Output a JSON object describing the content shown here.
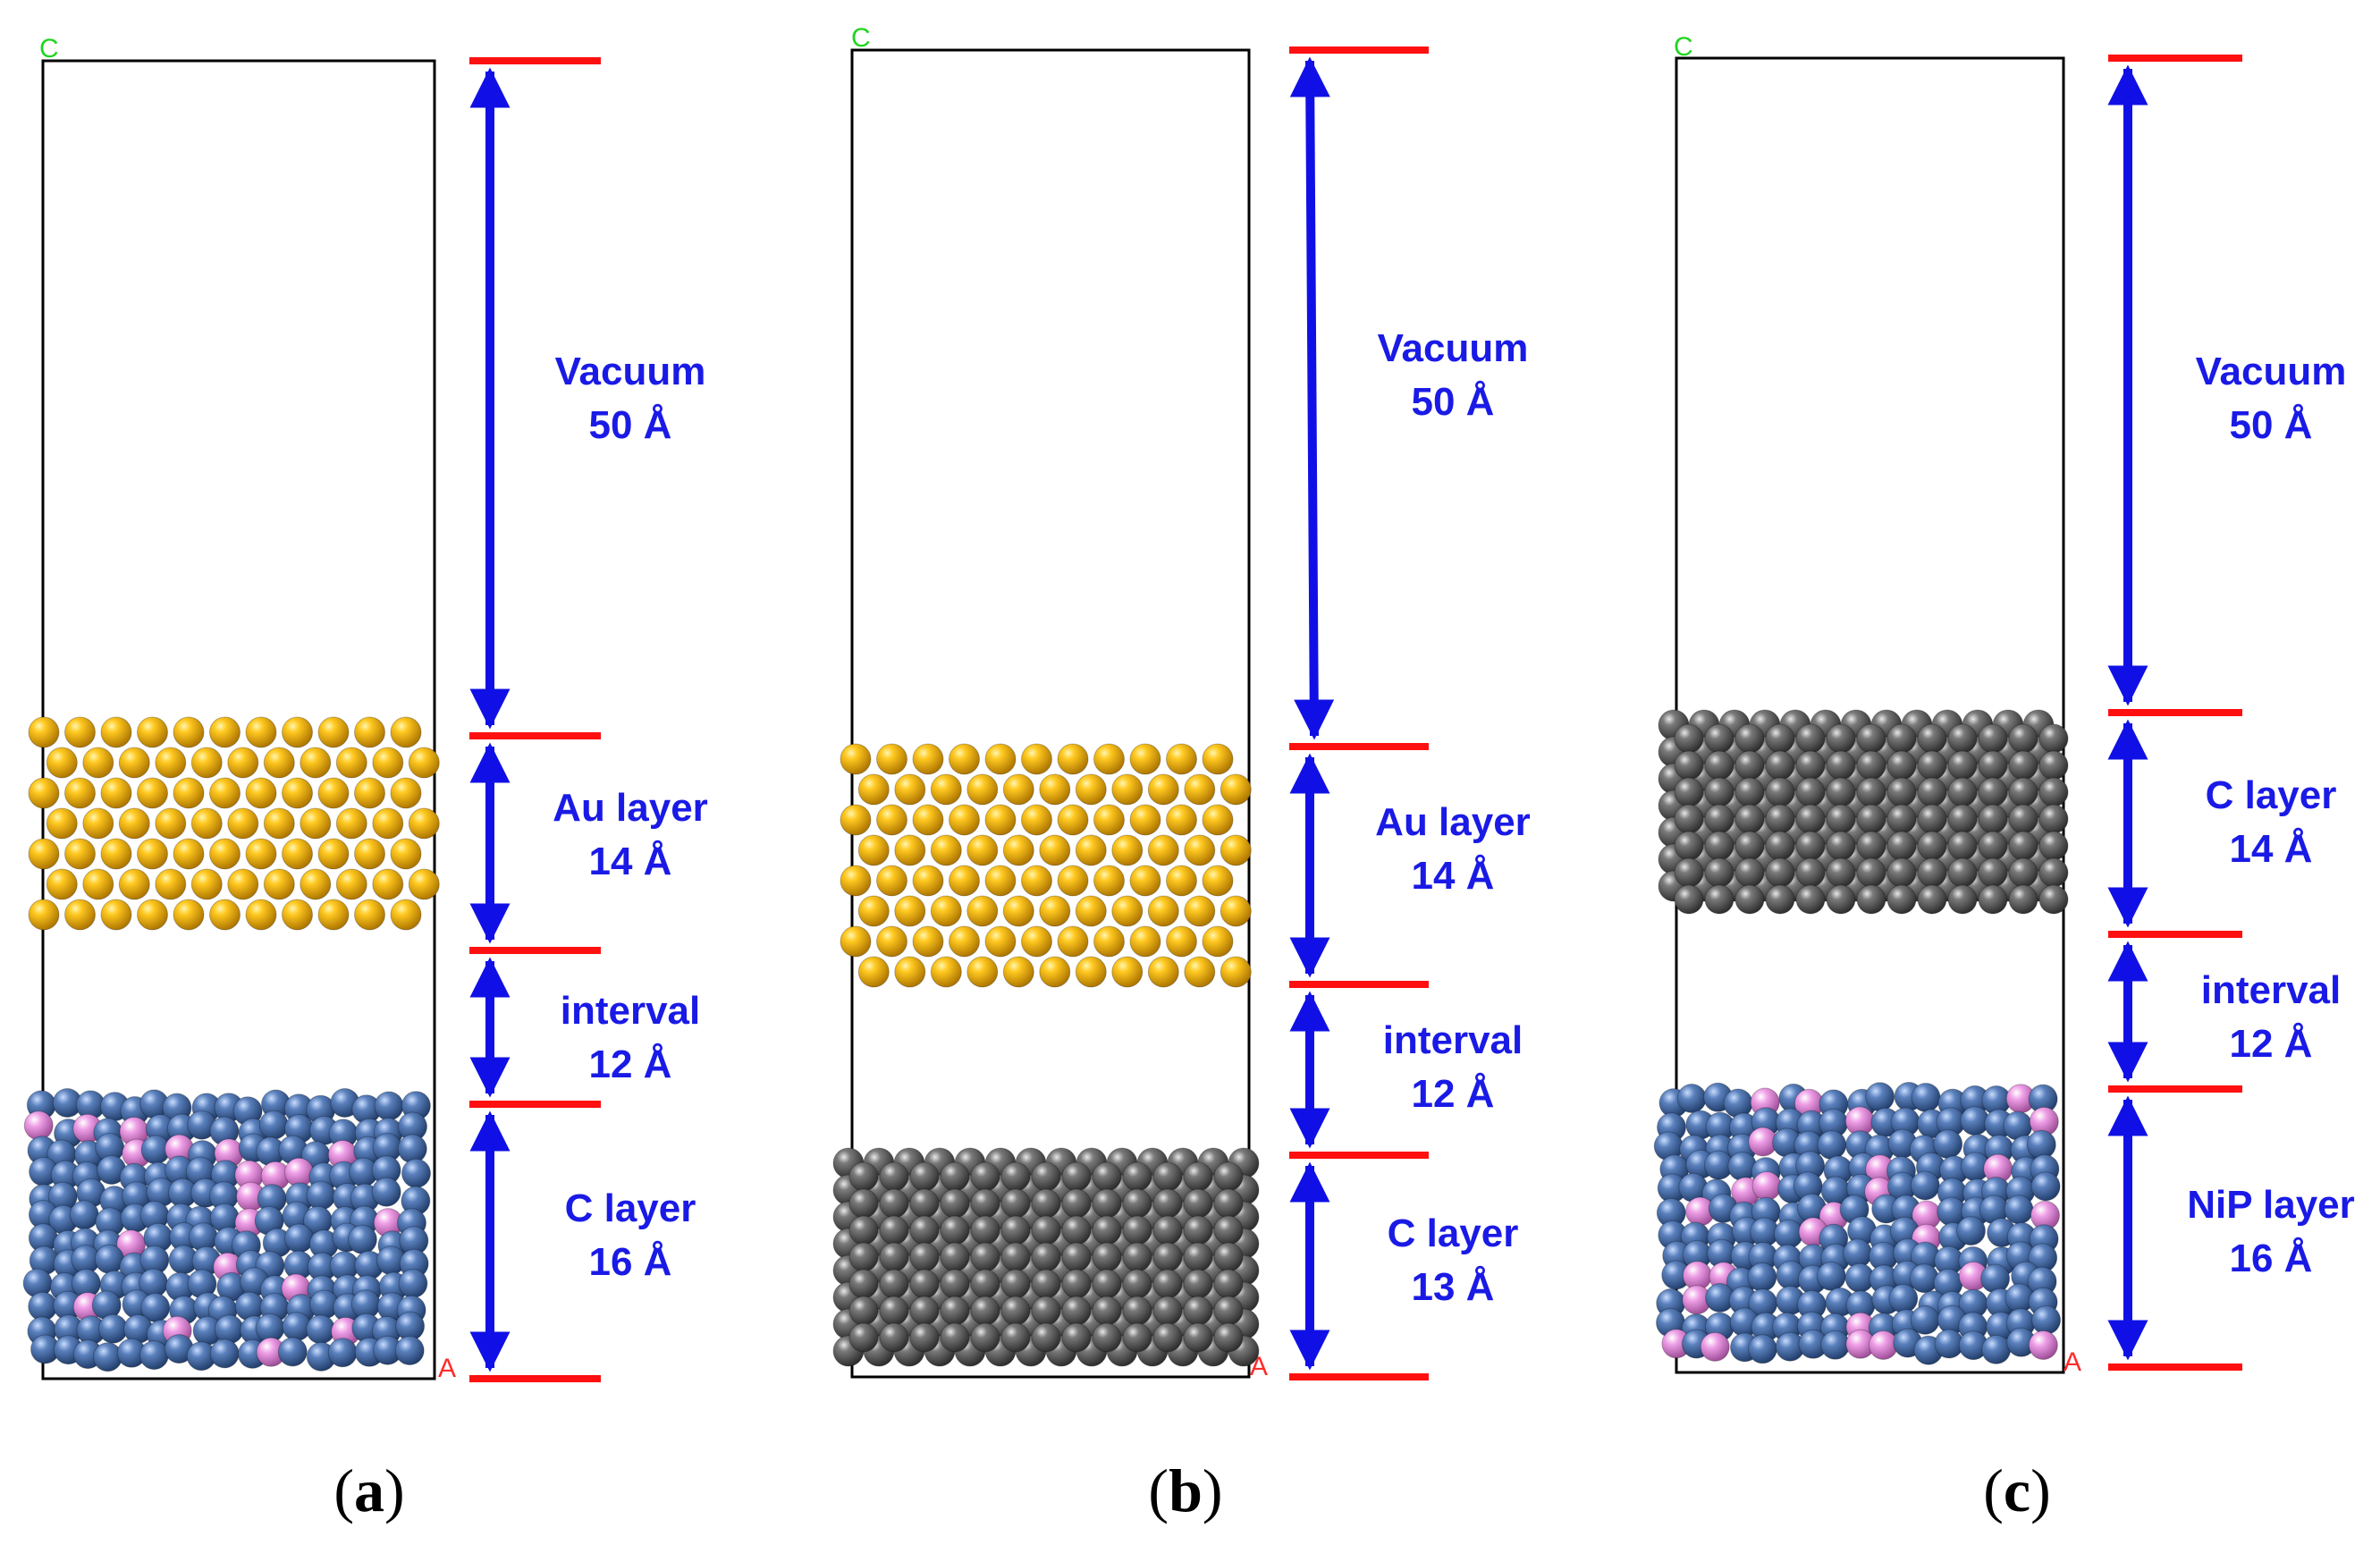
{
  "colors": {
    "arrow": "#1010e6",
    "marker": "#ff1010",
    "au_atom": "#e8a800",
    "c_atom": "#5a5a5a",
    "ni_atom": "#4a6ea8",
    "p_atom": "#e08ad8",
    "axis_c": "#1fd51f",
    "axis_a": "#ff2b2b"
  },
  "panels": [
    {
      "id": "a",
      "label_open": "(",
      "label_letter": "a",
      "label_close": ")",
      "axis_c": "C",
      "axis_a": "A",
      "segments": [
        {
          "name": "Vacuum",
          "value": "50 Å"
        },
        {
          "name": "Au layer",
          "value": "14 Å"
        },
        {
          "name": "interval",
          "value": "12 Å"
        },
        {
          "name": "C layer",
          "value": "16 Å"
        }
      ],
      "slabs": [
        "au",
        "nip"
      ]
    },
    {
      "id": "b",
      "label_open": "(",
      "label_letter": "b",
      "label_close": ")",
      "axis_c": "C",
      "axis_a": "A",
      "segments": [
        {
          "name": "Vacuum",
          "value": "50 Å"
        },
        {
          "name": "Au layer",
          "value": "14 Å"
        },
        {
          "name": "interval",
          "value": "12 Å"
        },
        {
          "name": "C layer",
          "value": "13 Å"
        }
      ],
      "slabs": [
        "au",
        "c"
      ]
    },
    {
      "id": "c",
      "label_open": "(",
      "label_letter": "c",
      "label_close": ")",
      "axis_c": "C",
      "axis_a": "A",
      "segments": [
        {
          "name": "Vacuum",
          "value": "50 Å"
        },
        {
          "name": "C layer",
          "value": "14 Å"
        },
        {
          "name": "interval",
          "value": "12 Å"
        },
        {
          "name": "NiP layer",
          "value": "16 Å"
        }
      ],
      "slabs": [
        "c",
        "nip"
      ]
    }
  ]
}
